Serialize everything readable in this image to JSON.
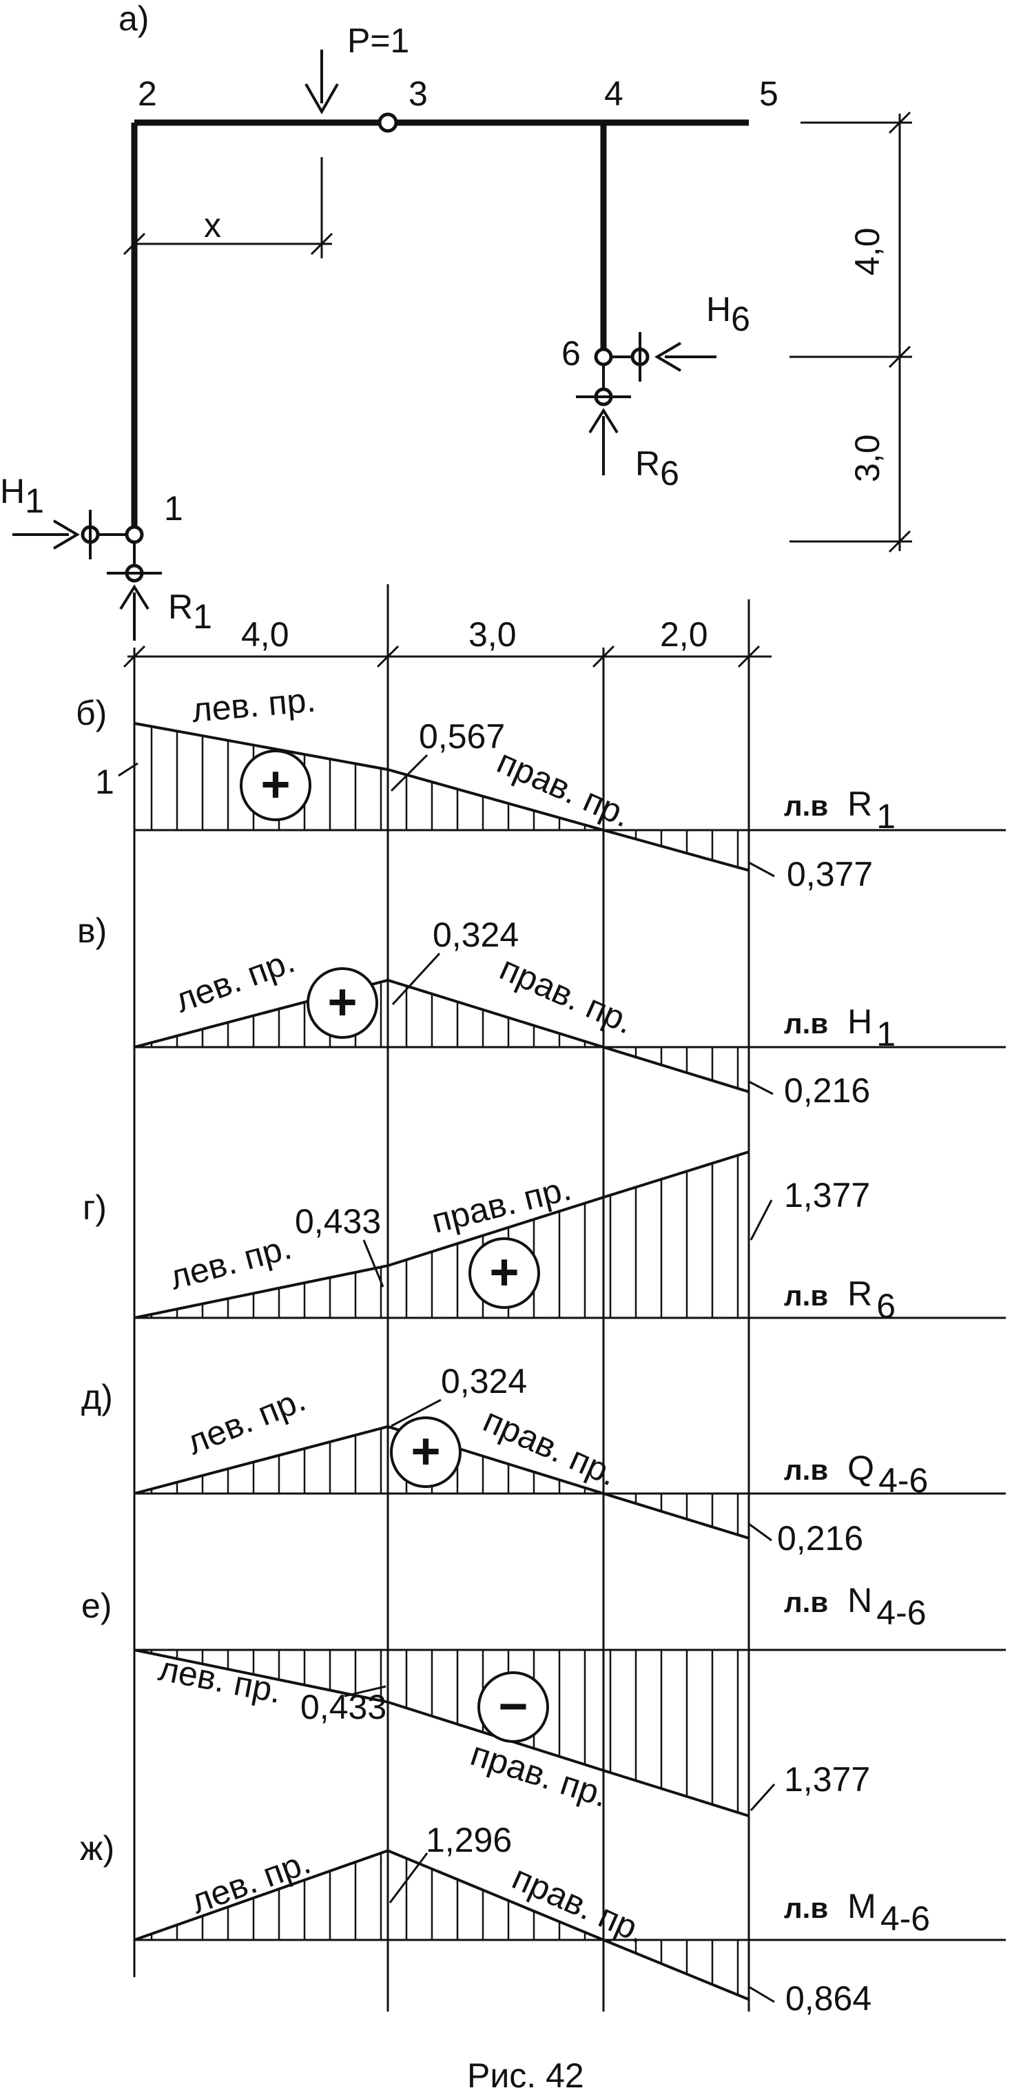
{
  "caption": "Рис. 42",
  "frame": {
    "panel_label": "а)",
    "load": "P=1",
    "nodes": [
      "1",
      "2",
      "3",
      "4",
      "5",
      "6"
    ],
    "x_label": "x",
    "reaction_H1": {
      "main": "H",
      "sub": "1"
    },
    "reaction_R1": {
      "main": "R",
      "sub": "1"
    },
    "reaction_H6": {
      "main": "H",
      "sub": "6"
    },
    "reaction_R6": {
      "main": "R",
      "sub": "6"
    },
    "dims_horizontal": [
      "4,0",
      "3,0",
      "2,0"
    ],
    "dims_vertical": [
      "4,0",
      "3,0"
    ]
  },
  "influence_lines": [
    {
      "panel_label": "б)",
      "title": {
        "prefix": "л.в",
        "main": "R",
        "sub": "1"
      },
      "values": [
        1,
        0.567,
        0,
        -0.377
      ],
      "labels": {
        "start": "1",
        "hinge": "0,567",
        "end": "0,377"
      },
      "sign": "+",
      "left_tag": "лев. пр.",
      "right_tag": "прав. пр."
    },
    {
      "panel_label": "в)",
      "title": {
        "prefix": "л.в",
        "main": "H",
        "sub": "1"
      },
      "values": [
        0,
        0.324,
        0,
        -0.216
      ],
      "labels": {
        "hinge": "0,324",
        "end": "0,216"
      },
      "sign": "+",
      "left_tag": "лев. пр.",
      "right_tag": "прав. пр."
    },
    {
      "panel_label": "г)",
      "title": {
        "prefix": "л.в",
        "main": "R",
        "sub": "6"
      },
      "values": [
        0,
        0.433,
        1,
        1.377
      ],
      "labels": {
        "hinge": "0,433",
        "end": "1,377"
      },
      "sign": "+",
      "left_tag": "лев. пр.",
      "right_tag": "прав. пр."
    },
    {
      "panel_label": "д)",
      "title": {
        "prefix": "л.в",
        "main": "Q",
        "sub": "4-6"
      },
      "values": [
        0,
        0.324,
        0,
        -0.216
      ],
      "labels": {
        "hinge": "0,324",
        "end": "0,216"
      },
      "sign": "+",
      "left_tag": "лев. пр.",
      "right_tag": "прав. пр."
    },
    {
      "panel_label": "е)",
      "title": {
        "prefix": "л.в",
        "main": "N",
        "sub": "4-6"
      },
      "values": [
        0,
        -0.433,
        -1,
        -1.377
      ],
      "labels": {
        "hinge": "0,433",
        "end": "1,377"
      },
      "sign": "−",
      "left_tag": "лев. пр.",
      "right_tag": "прав. пр."
    },
    {
      "panel_label": "ж)",
      "title": {
        "prefix": "л.в",
        "main": "M",
        "sub": "4-6"
      },
      "values": [
        0,
        1.296,
        0,
        -0.864
      ],
      "labels": {
        "hinge": "1,296",
        "end": "0,864"
      },
      "sign": "",
      "left_tag": "лев. пр.",
      "right_tag": "прав. пр."
    }
  ]
}
